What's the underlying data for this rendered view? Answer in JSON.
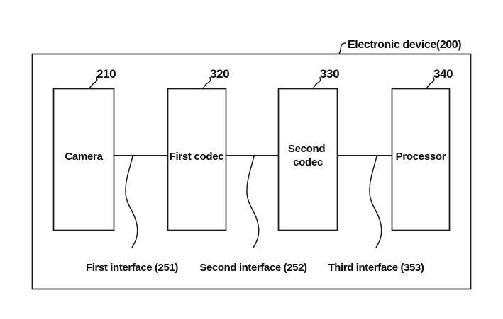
{
  "figure": {
    "title_label": "Electronic device(200)",
    "outer_box_name": "electronic-device-boundary",
    "line_color": "#1a1a1a",
    "text_color": "#0d0d0d",
    "background": "#ffffff"
  },
  "blocks": [
    {
      "label": "Camera",
      "label_line1": "Camera",
      "label_line2": "",
      "ref": "210"
    },
    {
      "label": "First codec",
      "label_line1": "First",
      "label_line2": "codec",
      "ref": "320"
    },
    {
      "label": "Second codec",
      "label_line1": "Second",
      "label_line2": "codec",
      "ref": "330"
    },
    {
      "label": "Processor",
      "label_line1": "Processor",
      "label_line2": "",
      "ref": "340"
    }
  ],
  "interfaces": [
    {
      "label": "First interface (251)",
      "ref": "251"
    },
    {
      "label": "Second interface (252)",
      "ref": "252"
    },
    {
      "label": "Third interface (353)",
      "ref": "353"
    }
  ]
}
